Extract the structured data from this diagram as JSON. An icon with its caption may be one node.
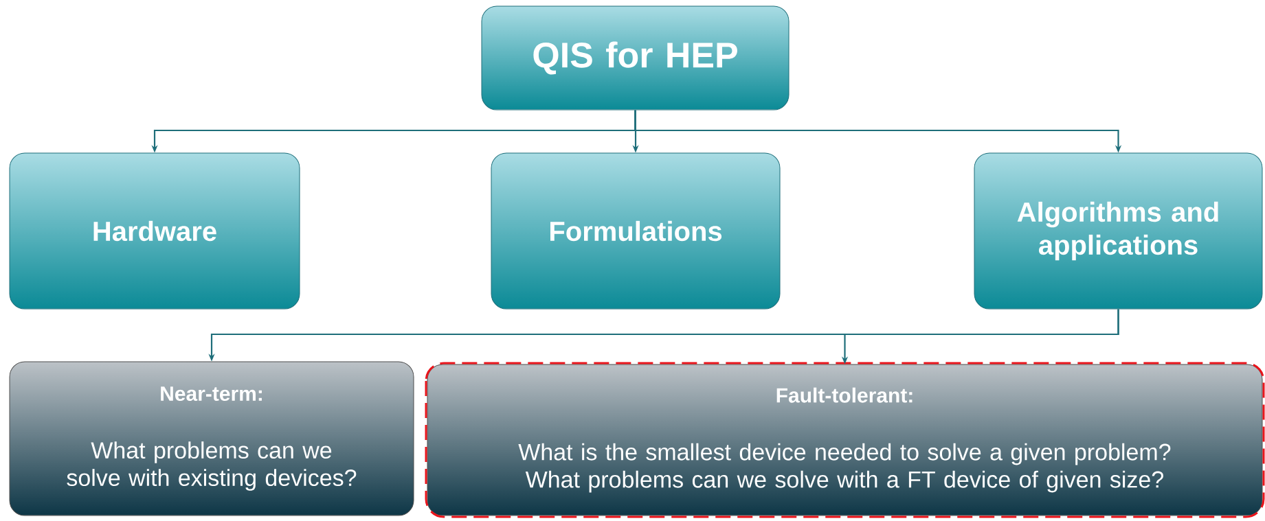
{
  "diagram": {
    "nodes": [
      {
        "text": [
          "QIS for HEP"
        ]
      },
      {
        "text": [
          "Hardware"
        ]
      },
      {
        "text": [
          "Formulations"
        ]
      },
      {
        "text": [
          "Algorithms and applications"
        ]
      },
      {
        "text": [
          "Near-term:",
          "What problems can we solve with existing devices?"
        ]
      },
      {
        "text": [
          "Fault-tolerant:",
          "What is the smallest device needed to solve a given problem?",
          "What problems can we solve with a FT device of given size?"
        ]
      }
    ],
    "edges": [
      {
        "from": 0,
        "to": 1,
        "arrow": "to"
      },
      {
        "from": 0,
        "to": 2,
        "arrow": "to"
      },
      {
        "from": 0,
        "to": 3,
        "arrow": "to"
      },
      {
        "from": 3,
        "to": 4,
        "arrow": "to"
      },
      {
        "from": 3,
        "to": 5,
        "arrow": "to"
      }
    ]
  }
}
